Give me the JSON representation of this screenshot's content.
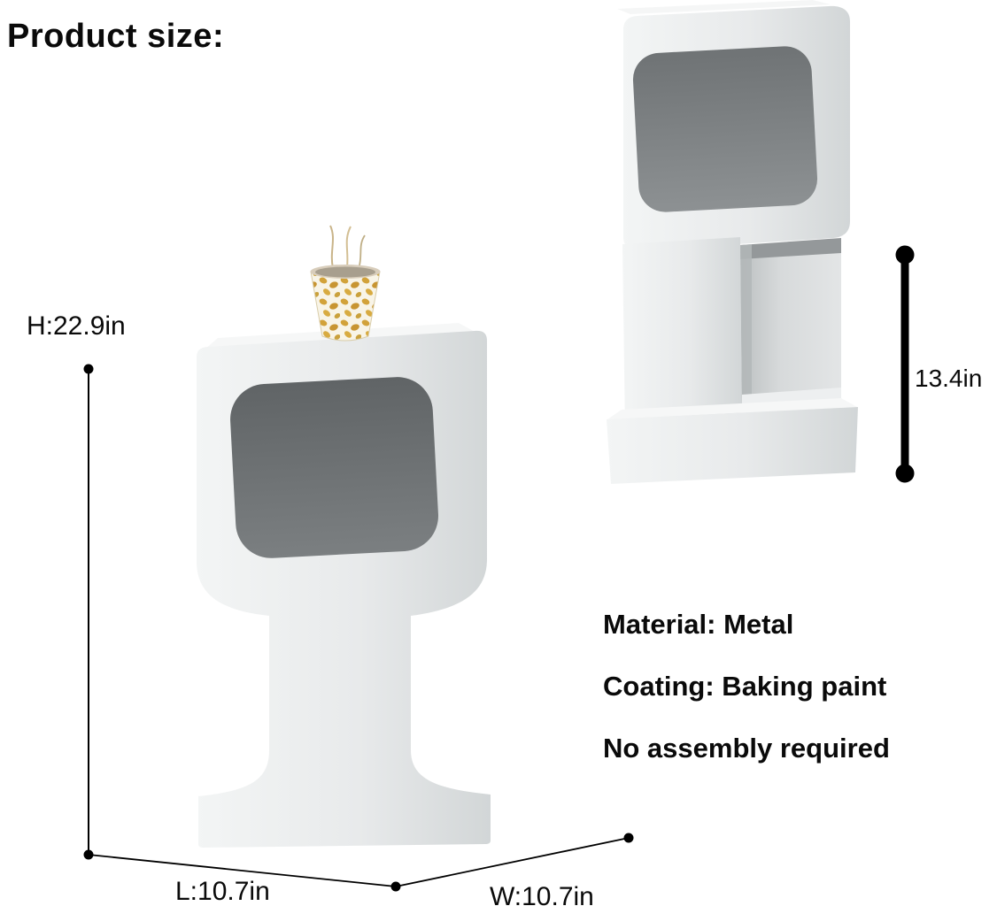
{
  "title": "Product size:",
  "dimensions": {
    "height": "H:22.9in",
    "length": "L:10.7in",
    "width": "W:10.7in",
    "opening_height": "13.4in"
  },
  "specs": [
    "Material: Metal",
    "Coating: Baking paint",
    "No assembly required"
  ],
  "colors": {
    "background": "#ffffff",
    "table_body": "#e9ebec",
    "table_shade": "#d3d7d8",
    "opening_interior_left": "#6d7173",
    "opening_interior_right": "#7d8183",
    "cup_pattern_gold": "#d2a23a",
    "dimension_line": "#000000",
    "text": "#0a0a0a"
  }
}
